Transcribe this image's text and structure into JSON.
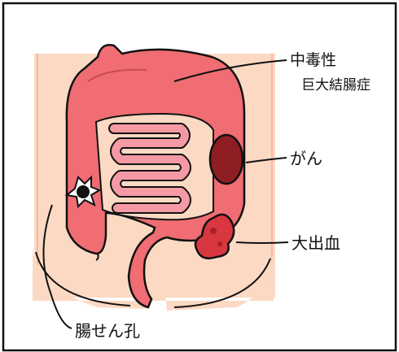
{
  "labels": {
    "toxic_megacolon_line1": "中毒性",
    "toxic_megacolon_line2": "巨大結腸症",
    "cancer": "がん",
    "bleeding": "大出血",
    "perforation": "腸せん孔"
  },
  "colors": {
    "frame": "#111111",
    "background_panel": "#fbd9c3",
    "background_stripe": "#f6b9a4",
    "colon": "#ef6d73",
    "small_intestine": "#f59aa4",
    "tumor": "#8f1e24",
    "bleeding": "#d8373f",
    "perforation": "#111111"
  }
}
